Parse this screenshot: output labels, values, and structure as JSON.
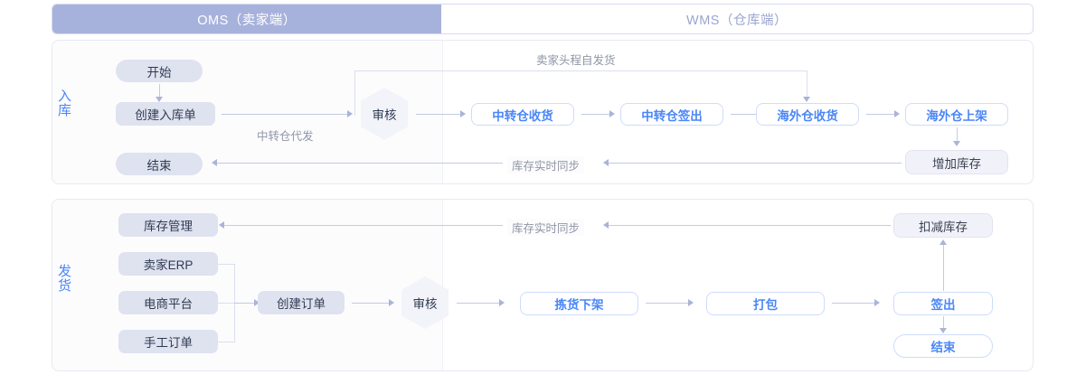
{
  "header": {
    "oms": "OMS（卖家端）",
    "wms": "WMS（仓库端）"
  },
  "colors": {
    "header_oms_bg": "#a7b2dc",
    "header_oms_text": "#ffffff",
    "header_wms_text": "#9aa5cf",
    "accent_blue": "#4a86f7",
    "node_grey_bg": "#dfe2ef",
    "connector": "#c3cbe4",
    "panel_border": "#e8eaf2",
    "edge_label_text": "#9096a6"
  },
  "inbound": {
    "section_label": "入库",
    "nodes": {
      "start": "开始",
      "create_inbound_order": "创建入库单",
      "end": "结束",
      "review": "审核",
      "transit_receive": "中转仓收货",
      "transit_checkout": "中转仓签出",
      "overseas_receive": "海外仓收货",
      "overseas_shelve": "海外仓上架",
      "add_stock": "增加库存"
    },
    "edge_labels": {
      "transit_dropship": "中转仓代发",
      "seller_self_ship": "卖家头程自发货",
      "stock_realtime_sync": "库存实时同步"
    }
  },
  "outbound": {
    "section_label": "发货",
    "nodes": {
      "stock_management": "库存管理",
      "seller_erp": "卖家ERP",
      "ecommerce_platform": "电商平台",
      "manual_order": "手工订单",
      "create_order": "创建订单",
      "review": "审核",
      "pick_offshelf": "拣货下架",
      "pack": "打包",
      "checkout": "签出",
      "end": "结束",
      "deduct_stock": "扣减库存"
    },
    "edge_labels": {
      "stock_realtime_sync": "库存实时同步"
    }
  }
}
